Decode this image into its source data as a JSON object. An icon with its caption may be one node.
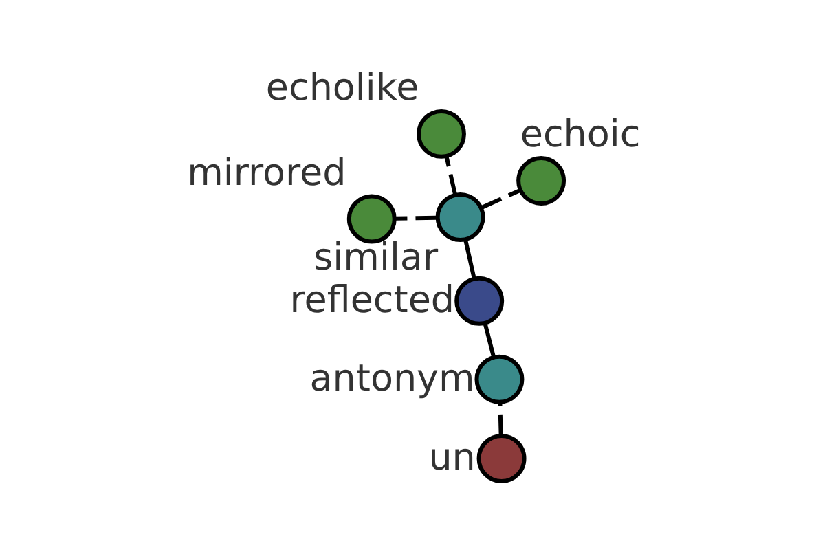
{
  "diagram": {
    "nodes": [
      {
        "text": [
          "un"
        ]
      },
      {
        "text": [
          "antonym"
        ]
      },
      {
        "text": [
          "reflected"
        ]
      },
      {
        "text": [
          "similar"
        ]
      },
      {
        "text": [
          "echoic"
        ]
      },
      {
        "text": [
          "echolike"
        ]
      },
      {
        "text": [
          "mirrored"
        ]
      }
    ],
    "edges": [
      {
        "from": 0,
        "to": 1,
        "arrow": "none",
        "style": "dashed"
      },
      {
        "from": 1,
        "to": 2,
        "arrow": "none"
      },
      {
        "from": 2,
        "to": 3,
        "arrow": "none"
      },
      {
        "from": 3,
        "to": 4,
        "arrow": "none",
        "style": "dashed"
      },
      {
        "from": 3,
        "to": 5,
        "arrow": "none",
        "style": "dashed"
      },
      {
        "from": 3,
        "to": 6,
        "arrow": "none",
        "style": "dashed"
      }
    ]
  }
}
